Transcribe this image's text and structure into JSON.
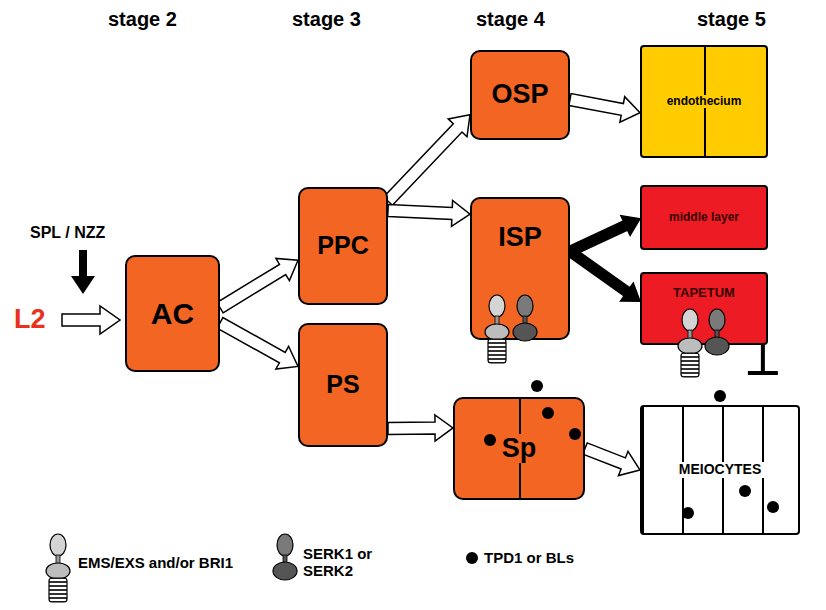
{
  "diagram": {
    "nodes": [
      {
        "text": [
          "AC"
        ]
      },
      {
        "text": [
          "PPC"
        ]
      },
      {
        "text": [
          "PS"
        ]
      },
      {
        "text": [
          "OSP"
        ]
      },
      {
        "text": [
          "ISP"
        ]
      },
      {
        "text": [
          "Sp"
        ]
      },
      {
        "text": [
          "endothecium"
        ]
      },
      {
        "text": [
          "middle layer"
        ]
      },
      {
        "text": [
          "TAPETUM"
        ]
      },
      {
        "text": [
          "MEIOCYTES"
        ]
      }
    ],
    "edges": [
      {
        "from": 0,
        "to": 1,
        "arrow": "to"
      },
      {
        "from": 0,
        "to": 2,
        "arrow": "to"
      },
      {
        "from": 1,
        "to": 3,
        "arrow": "to"
      },
      {
        "from": 1,
        "to": 4,
        "arrow": "to"
      },
      {
        "from": 2,
        "to": 5,
        "arrow": "to"
      },
      {
        "from": 3,
        "to": 6,
        "arrow": "to"
      },
      {
        "from": 4,
        "to": 7,
        "arrow": "to"
      },
      {
        "from": 4,
        "to": 8,
        "arrow": "to"
      },
      {
        "from": 5,
        "to": 9,
        "arrow": "to"
      },
      {
        "from": 8,
        "to": 9,
        "arrow": "to"
      }
    ],
    "labels": [
      "stage 2",
      "stage 3",
      "stage 4",
      "stage 5",
      "SPL / NZZ",
      "L2"
    ],
    "legend": [
      {
        "text": "EMS/EXS and/or BRI1"
      },
      {
        "text": "SERK1 or SERK2"
      },
      {
        "text": "TPD1 or BLs"
      }
    ]
  }
}
